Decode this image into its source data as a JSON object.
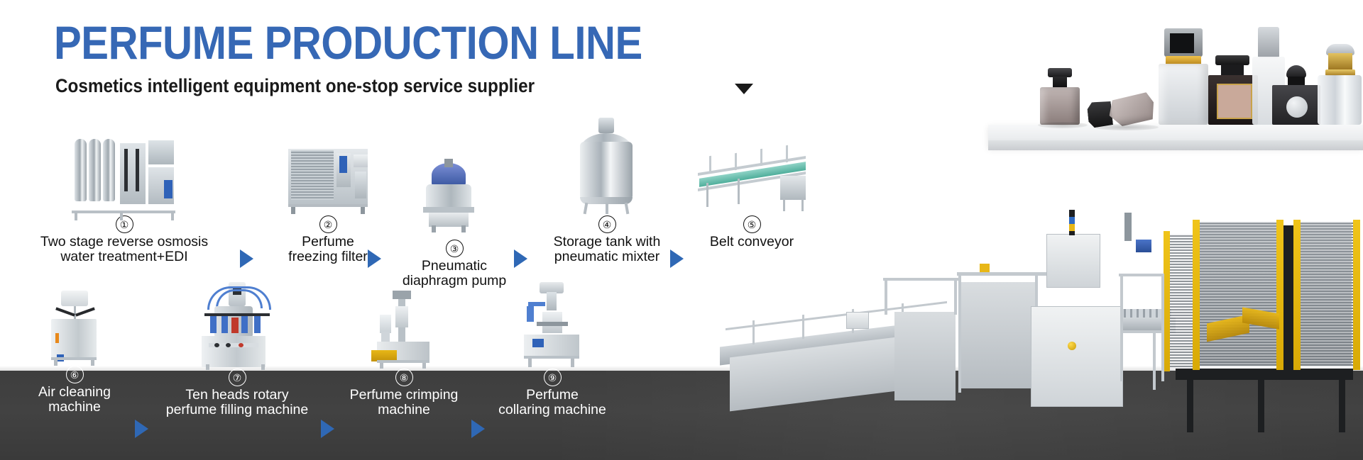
{
  "header": {
    "title": "PERFUME PRODUCTION LINE",
    "subtitle": "Cosmetics intelligent equipment one-stop service supplier",
    "title_color": "#3668b5",
    "subtitle_color": "#1a1a1a",
    "dropdown_marker": "triangle-down"
  },
  "theme": {
    "accent_blue": "#2f68b5",
    "title_blue": "#3668b5",
    "dark_band": "#3e3e3e",
    "light_bg": "#ffffff"
  },
  "flow": {
    "arrow_glyph": "triangle-right",
    "row1": [
      {
        "number": "①",
        "label": "Two stage reverse osmosis\nwater treatment+EDI",
        "machine": "reverse-osmosis-unit"
      },
      {
        "number": "②",
        "label": "Perfume\nfreezing filter",
        "machine": "freezing-filter-unit"
      },
      {
        "number": "③",
        "label": "Pneumatic\ndiaphragm pump",
        "machine": "diaphragm-pump"
      },
      {
        "number": "④",
        "label": "Storage tank with\npneumatic mixter",
        "machine": "storage-tank-mixer"
      },
      {
        "number": "⑤",
        "label": "Belt conveyor",
        "machine": "belt-conveyor"
      }
    ],
    "row2": [
      {
        "number": "⑥",
        "label": "Air cleaning\nmachine",
        "machine": "air-cleaning-machine"
      },
      {
        "number": "⑦",
        "label": "Ten heads rotary\nperfume filling machine",
        "machine": "rotary-filling-machine"
      },
      {
        "number": "⑧",
        "label": "Perfume crimping\nmachine",
        "machine": "crimping-machine"
      },
      {
        "number": "⑨",
        "label": "Perfume\ncollaring machine",
        "machine": "collaring-machine"
      }
    ]
  },
  "hero": {
    "bottles_display": "perfume-bottle-collection",
    "shelf": "white-display-shelf",
    "production_line": "automated-perfume-packaging-line"
  }
}
